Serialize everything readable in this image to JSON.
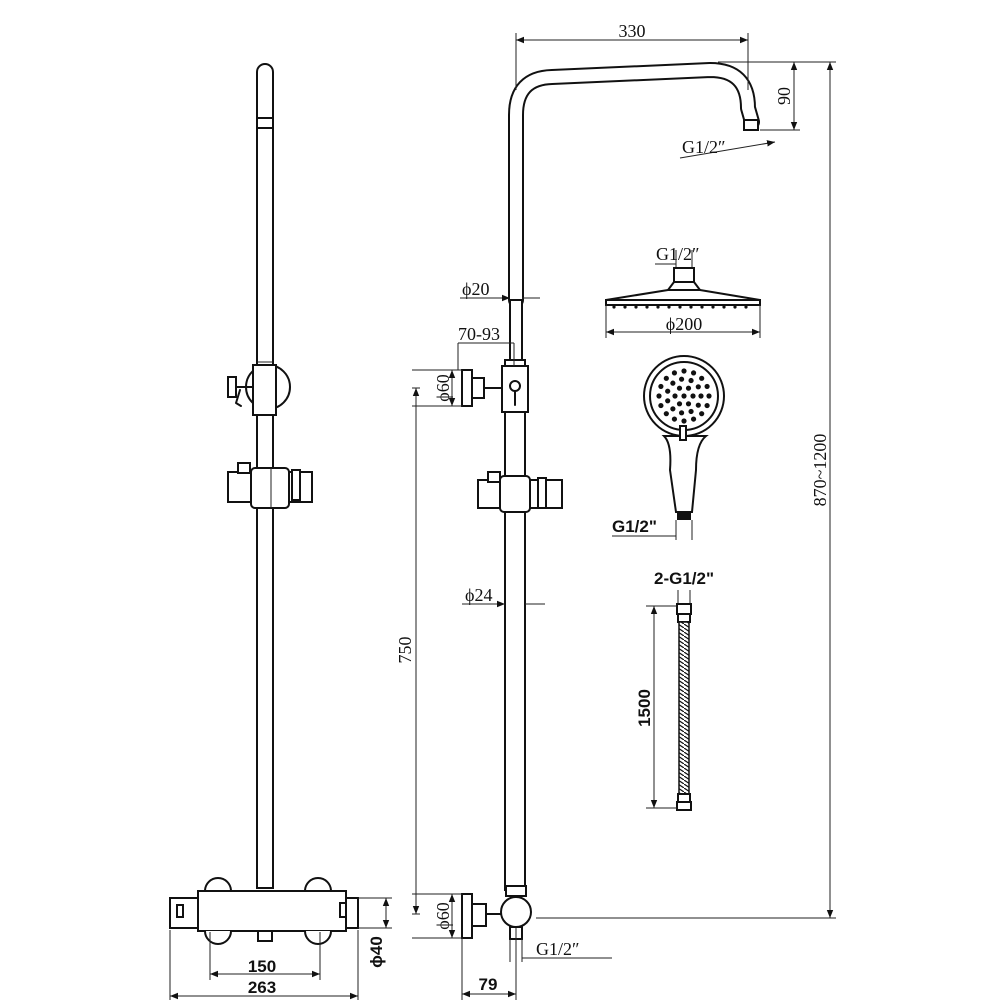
{
  "drawing": {
    "front_view": {
      "width_total": "263",
      "width_inlets": "150",
      "height_valve": "ϕ40"
    },
    "side_view": {
      "arm_reach": "330",
      "arm_drop": "90",
      "arm_thread": "G1/2″",
      "upper_pipe_dia": "ϕ20",
      "bracket_adjust": "70-93",
      "top_bracket_dia": "ϕ60",
      "lower_pipe_dia": "ϕ24",
      "bracket_distance": "750",
      "bottom_bracket_dia": "ϕ60",
      "bottom_thread": "G1/2″",
      "valve_depth": "79",
      "total_height": "870~1200"
    },
    "overhead_shower": {
      "thread": "G1/2″",
      "diameter": "ϕ200"
    },
    "hand_shower": {
      "thread": "G1/2\""
    },
    "hose": {
      "threads": "2-G1/2\"",
      "length": "1500"
    }
  }
}
